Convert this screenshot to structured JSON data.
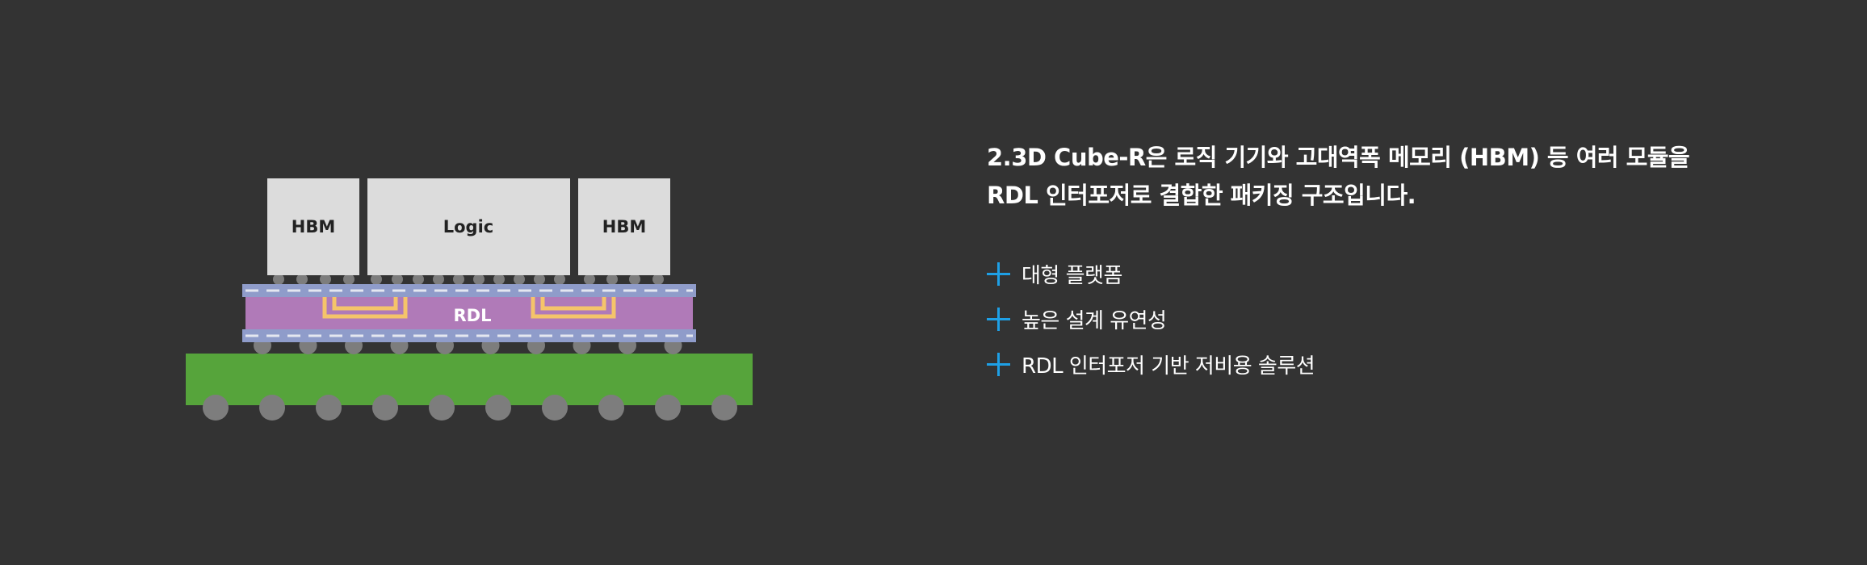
{
  "diagram": {
    "chips": {
      "hbm_left": "HBM",
      "logic": "Logic",
      "hbm_right": "HBM"
    },
    "interposer_label": "RDL",
    "colors": {
      "chip": "#dcdcdc",
      "chip_text": "#222222",
      "interposer": "#b07ab8",
      "interposer_layer": "#8f9cca",
      "wiring": "#f5c46a",
      "substrate": "#56a43b",
      "bump": "#7d7d7d",
      "dash": "#e4e7f0"
    }
  },
  "info": {
    "headline_line1": "2.3D Cube-R은 로직 기기와 고대역폭 메모리 (HBM) 등 여러 모듈을",
    "headline_line2": "RDL 인터포저로 결합한 패키징 구조입니다.",
    "features": [
      {
        "icon": "plus-icon",
        "label": "대형 플랫폼"
      },
      {
        "icon": "plus-icon",
        "label": "높은 설계 유연성"
      },
      {
        "icon": "plus-icon",
        "label": "RDL 인터포저 기반 저비용 솔루션"
      }
    ],
    "accent_color": "#1ea0e6"
  }
}
